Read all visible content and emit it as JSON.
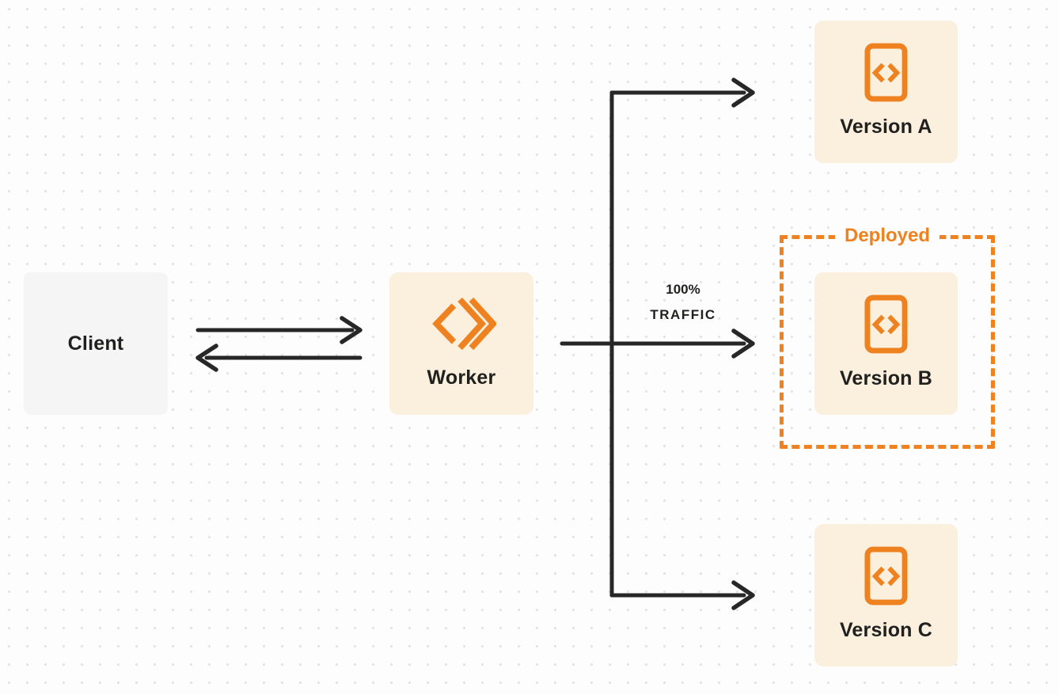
{
  "diagram": {
    "description": "Worker routing 100% of traffic to deployed Version B among three versions",
    "colors": {
      "accent_orange": "#EF8220",
      "node_cream": "#FBEFDE",
      "client_gray": "#F5F5F6",
      "arrow_dark": "#272727",
      "text_dark": "#20211F",
      "page_background": "#FDFDFD",
      "dot_grid": "#E3E3E3"
    }
  },
  "nodes": {
    "client": {
      "label": "Client"
    },
    "worker": {
      "label": "Worker",
      "icon": "workers-chevron-icon"
    },
    "versions": [
      {
        "id": "version-a",
        "label": "Version A",
        "icon": "code-document-icon"
      },
      {
        "id": "version-b",
        "label": "Version B",
        "icon": "code-document-icon"
      },
      {
        "id": "version-c",
        "label": "Version C",
        "icon": "code-document-icon"
      }
    ]
  },
  "annotations": {
    "deployed_label": "Deployed",
    "traffic_percent": "100%",
    "traffic_word": "TRAFFIC"
  },
  "edges": {
    "client_worker": "bidirectional arrows between Client and Worker",
    "worker_branch": "branch from Worker splitting to Version A, Version B, Version C",
    "full_traffic_target": "Version B"
  }
}
